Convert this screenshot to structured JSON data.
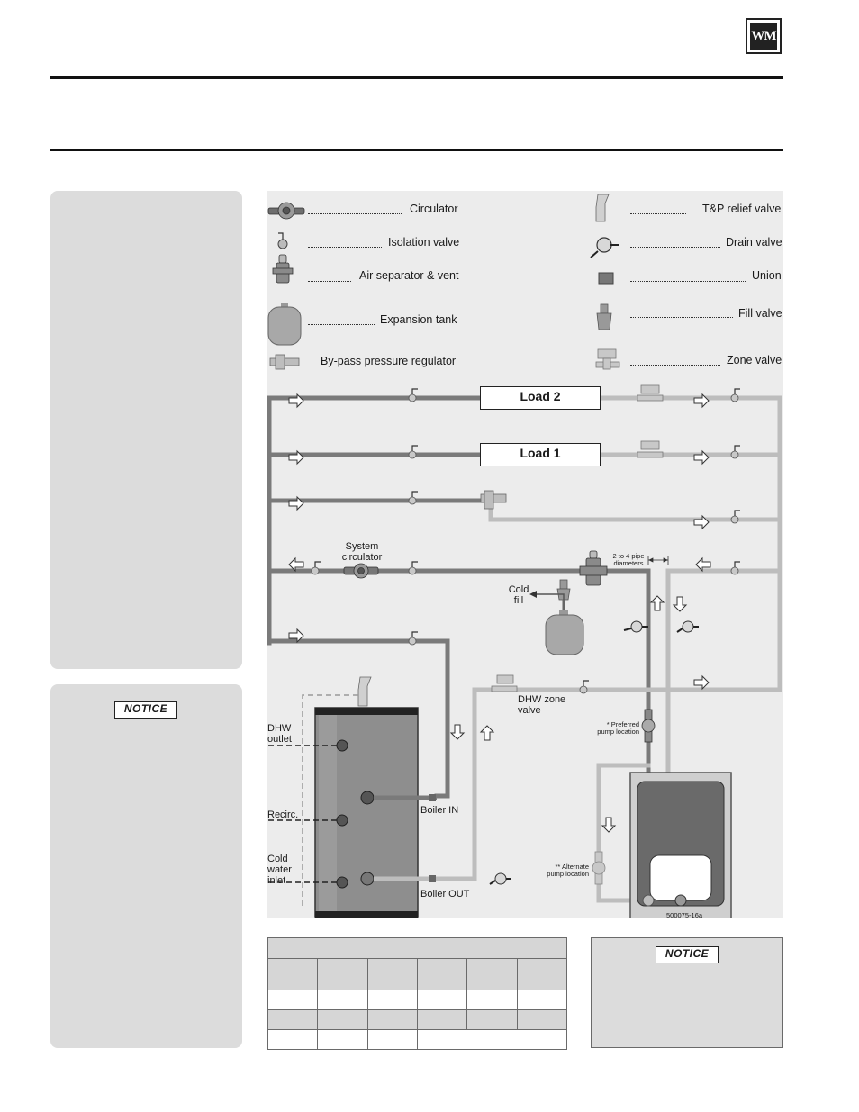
{
  "logo": {
    "text": "WM"
  },
  "notices": {
    "left_label": "NOTICE",
    "right_label": "NOTICE"
  },
  "legend": {
    "left": [
      {
        "label": "Circulator",
        "icon": "circulator-icon"
      },
      {
        "label": "Isolation valve",
        "icon": "isolation-valve-icon"
      },
      {
        "label": "Air separator & vent",
        "icon": "air-separator-icon"
      },
      {
        "label": "Expansion tank",
        "icon": "expansion-tank-icon"
      },
      {
        "label": "By-pass pressure regulator",
        "icon": "bypass-regulator-icon"
      }
    ],
    "right": [
      {
        "label": "T&P relief valve",
        "icon": "tp-relief-valve-icon"
      },
      {
        "label": "Drain valve",
        "icon": "drain-valve-icon"
      },
      {
        "label": "Union",
        "icon": "union-icon"
      },
      {
        "label": "Fill valve",
        "icon": "fill-valve-icon"
      },
      {
        "label": "Zone valve",
        "icon": "zone-valve-icon"
      }
    ]
  },
  "diagram": {
    "load2": "Load 2",
    "load1": "Load 1",
    "system_circulator": [
      "System",
      "circulator"
    ],
    "pipe_diameters": [
      "2 to 4 pipe",
      "diameters"
    ],
    "cold_fill": [
      "Cold",
      "fill"
    ],
    "dhw_zone_valve": [
      "DHW zone",
      "valve"
    ],
    "preferred_pump": [
      "* Preferred",
      "pump location"
    ],
    "alternate_pump": [
      "** Alternate",
      "pump location"
    ],
    "dhw_outlet": [
      "DHW",
      "outlet"
    ],
    "recirc": "Recirc.",
    "cold_water_inlet": [
      "Cold",
      "water",
      "inlet"
    ],
    "boiler_in": "Boiler IN",
    "boiler_out": "Boiler OUT",
    "figure_number": "500075-16a"
  },
  "colors": {
    "supply": "#7a7a7a",
    "return": "#bdbdbd",
    "panel": "#dcdcdc",
    "tank": "#8e8e8e"
  }
}
